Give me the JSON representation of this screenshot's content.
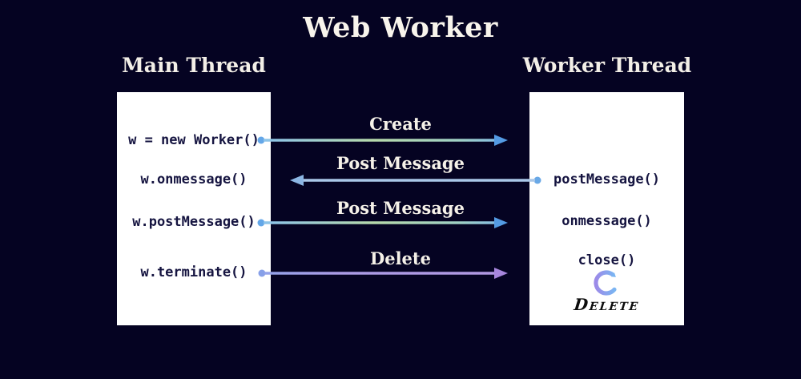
{
  "page": {
    "title": "Web Worker"
  },
  "threads": {
    "main": {
      "heading": "Main Thread",
      "code_lines": [
        "w = new Worker()",
        "w.onmessage()",
        "w.postMessage()",
        "w.terminate()"
      ]
    },
    "worker": {
      "heading": "Worker Thread",
      "code_lines": [
        "postMessage()",
        "onmessage()",
        "close()"
      ],
      "delete_icon": "circular-arrow-icon",
      "delete_caption": "Delete"
    }
  },
  "arrows": [
    {
      "label": "Create",
      "from": "w = new Worker()",
      "to": "Worker Thread",
      "direction": "right"
    },
    {
      "label": "Post Message",
      "from": "postMessage()",
      "to": "w.onmessage()",
      "direction": "left"
    },
    {
      "label": "Post Message",
      "from": "w.postMessage()",
      "to": "onmessage()",
      "direction": "right"
    },
    {
      "label": "Delete",
      "from": "w.terminate()",
      "to": "close()",
      "direction": "right"
    }
  ],
  "colors": {
    "background": "#050322",
    "panel": "#ffffff",
    "heading_text": "#f5f1e8",
    "code_text": "#151440",
    "arrow_blue": "#7fb7ea",
    "arrow_green": "#b6d9ab",
    "arrow_light_blue": "#aac7e8",
    "arrow_purple": "#b198e2",
    "dot_blue": "#64a7e8"
  }
}
